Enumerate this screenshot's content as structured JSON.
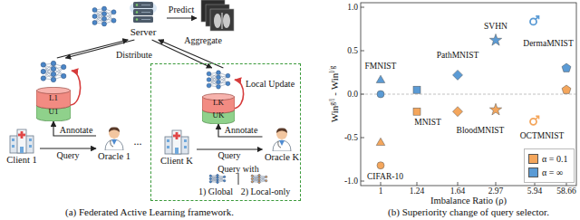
{
  "diagram": {
    "nodes": [
      {
        "text": [
          "Server"
        ]
      },
      {
        "text": [
          "L1",
          "U1"
        ]
      },
      {
        "text": [
          "Client 1"
        ]
      },
      {
        "text": [
          "Oracle 1"
        ]
      },
      {
        "text": [
          "Query with",
          "1) Global",
          "2) Local-only"
        ]
      },
      {
        "text": [
          "LK",
          "UK"
        ],
        "in": 4
      },
      {
        "text": [
          "Client K"
        ],
        "in": 4
      },
      {
        "text": [
          "Oracle K"
        ],
        "in": 4
      }
    ],
    "edges": [
      {
        "from": 1,
        "to": 0,
        "arrow": "to"
      },
      {
        "from": 0,
        "to": 1,
        "arrow": "to"
      },
      {
        "from": 5,
        "to": 0,
        "arrow": "to"
      },
      {
        "from": 0,
        "to": 5,
        "arrow": "to"
      },
      {
        "from": 2,
        "to": 3,
        "arrow": "to"
      },
      {
        "from": 3,
        "to": 1,
        "arrow": "to"
      },
      {
        "from": 6,
        "to": 7,
        "arrow": "to"
      },
      {
        "from": 7,
        "to": 5,
        "arrow": "to"
      }
    ],
    "labels": [
      "Predict",
      "Aggregate",
      "Distribute",
      "Annotate",
      "Query",
      "...",
      "Local Update",
      "Annotate",
      "Query",
      "(a) Federated Active Learning framework.",
      "Win",
      "g/l",
      "-",
      "Win",
      "l/g",
      "1.0",
      "0.5",
      "0.0",
      "-0.5",
      "-1.0",
      "1",
      "1.24",
      "1.64",
      "2.97",
      "5.94",
      "58.66",
      "Imbalance Ratio (ρ)",
      "FMNIST",
      "PathMNIST",
      "SVHN",
      "DermaMNIST",
      "MNIST",
      "BloodMNIST",
      "OCTMNIST",
      "CIFAR-10",
      "(b) Superiority change of query selector."
    ],
    "legend": [
      {
        "text": "α = 0.1",
        "color": "#f4a65c"
      },
      {
        "text": "α = ∞",
        "color": "#5b9bd5"
      }
    ]
  }
}
